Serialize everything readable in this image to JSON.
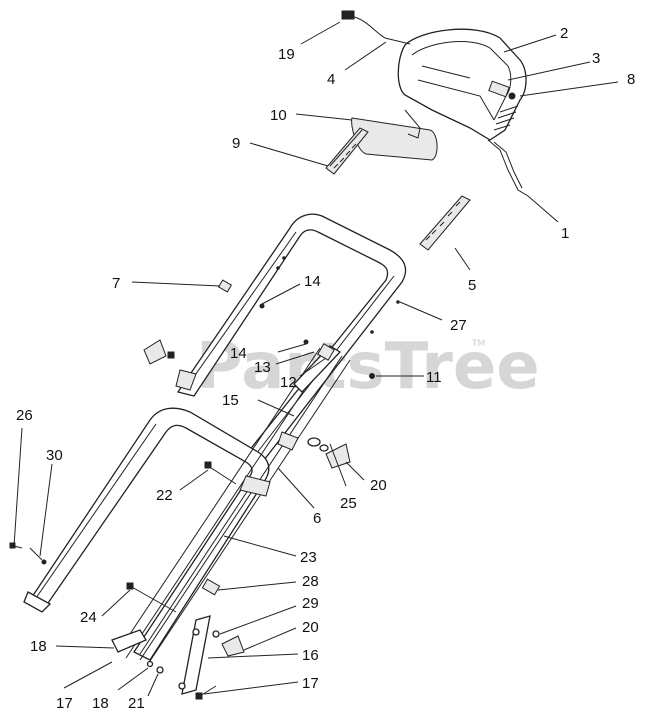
{
  "watermark": {
    "text": "PartsTree",
    "trademark": "TM"
  },
  "callouts": [
    {
      "id": "c1",
      "label": "1"
    },
    {
      "id": "c2",
      "label": "2"
    },
    {
      "id": "c3",
      "label": "3"
    },
    {
      "id": "c4",
      "label": "4"
    },
    {
      "id": "c5",
      "label": "5"
    },
    {
      "id": "c6",
      "label": "6"
    },
    {
      "id": "c7",
      "label": "7"
    },
    {
      "id": "c8",
      "label": "8"
    },
    {
      "id": "c9",
      "label": "9"
    },
    {
      "id": "c10",
      "label": "10"
    },
    {
      "id": "c11",
      "label": "11"
    },
    {
      "id": "c12",
      "label": "12"
    },
    {
      "id": "c13",
      "label": "13"
    },
    {
      "id": "c14a",
      "label": "14"
    },
    {
      "id": "c14b",
      "label": "14"
    },
    {
      "id": "c15",
      "label": "15"
    },
    {
      "id": "c16",
      "label": "16"
    },
    {
      "id": "c17a",
      "label": "17"
    },
    {
      "id": "c17b",
      "label": "17"
    },
    {
      "id": "c18a",
      "label": "18"
    },
    {
      "id": "c18b",
      "label": "18"
    },
    {
      "id": "c19",
      "label": "19"
    },
    {
      "id": "c20a",
      "label": "20"
    },
    {
      "id": "c20b",
      "label": "20"
    },
    {
      "id": "c21",
      "label": "21"
    },
    {
      "id": "c22",
      "label": "22"
    },
    {
      "id": "c23",
      "label": "23"
    },
    {
      "id": "c24",
      "label": "24"
    },
    {
      "id": "c25",
      "label": "25"
    },
    {
      "id": "c26",
      "label": "26"
    },
    {
      "id": "c27",
      "label": "27"
    },
    {
      "id": "c28",
      "label": "28"
    },
    {
      "id": "c29",
      "label": "29"
    },
    {
      "id": "c30",
      "label": "30"
    }
  ]
}
